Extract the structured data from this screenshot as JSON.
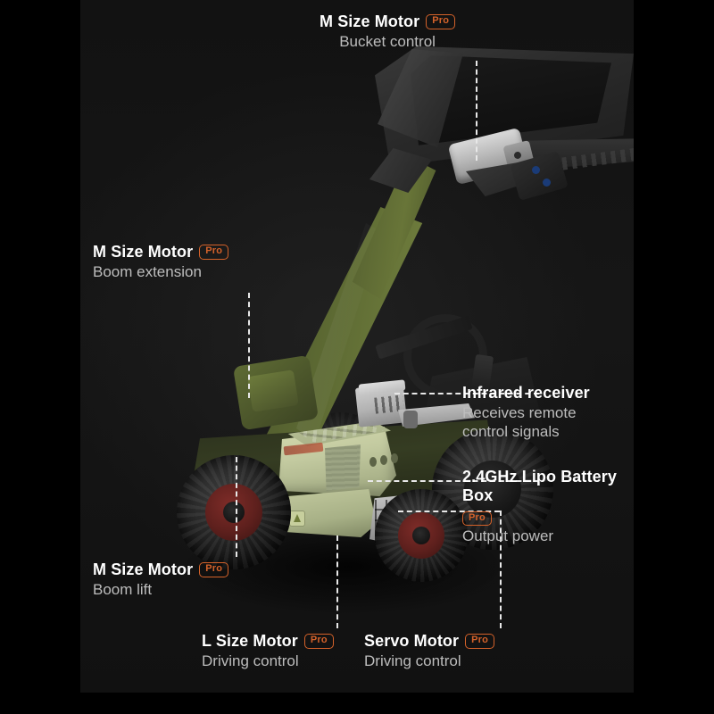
{
  "page": {
    "background_color": "#000000",
    "panel_color": "#141414",
    "accent_color": "#d4622a",
    "title_color": "#ffffff",
    "desc_color": "#bdbdbd",
    "leader_color": "#e8e8e8"
  },
  "badge": {
    "pro_label": "Pro"
  },
  "callouts": [
    {
      "id": "bucket",
      "title": "M Size Motor",
      "pro": true,
      "desc": "Bucket control"
    },
    {
      "id": "boom-extension",
      "title": "M Size Motor",
      "pro": true,
      "desc": "Boom extension"
    },
    {
      "id": "infrared-receiver",
      "title": "Infrared receiver",
      "pro": false,
      "desc": "Receives remote\ncontrol signals"
    },
    {
      "id": "battery-box",
      "title": "2.4GHz Lipo Battery Box",
      "pro": true,
      "desc": "Output power"
    },
    {
      "id": "boom-lift",
      "title": "M Size Motor",
      "pro": true,
      "desc": "Boom lift"
    },
    {
      "id": "l-size-motor",
      "title": "L Size Motor",
      "pro": true,
      "desc": "Driving control"
    },
    {
      "id": "servo-motor",
      "title": "Servo Motor",
      "pro": true,
      "desc": "Driving control"
    }
  ],
  "product": {
    "name": "telehandler-loader-model",
    "body_color": "#5d6a33",
    "cab_color": "#c3ca9f",
    "wheel_hub_color": "#7e2c28",
    "bucket_color": "#2b2b2b"
  }
}
